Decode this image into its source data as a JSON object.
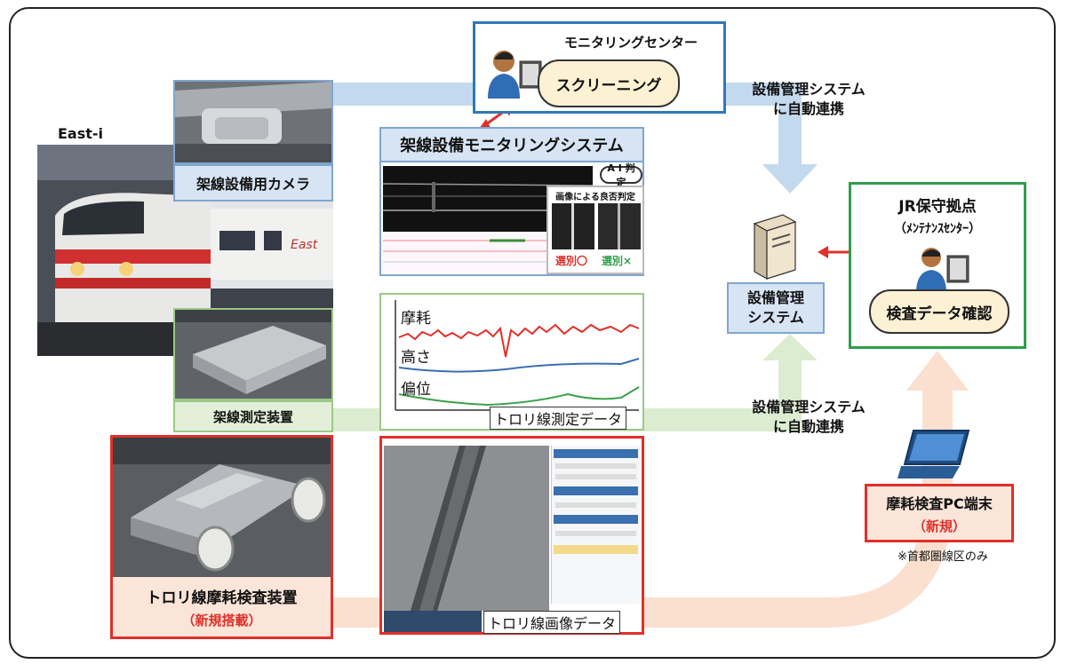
{
  "train": {
    "name": "East-i"
  },
  "camera": {
    "label": "架線設備用カメラ"
  },
  "measure_device": {
    "label": "架線測定装置"
  },
  "wear_device": {
    "label": "トロリ線摩耗検査装置",
    "sub": "（新規搭載）"
  },
  "monitoring_center": {
    "title": "モニタリングセンター",
    "action": "スクリーニング"
  },
  "monitoring_system": {
    "title": "架線設備モニタリングシステム",
    "ai_badge": "A I 判 定",
    "judge_label": "画像による良否判定",
    "ok": "選別〇",
    "ng": "選別×"
  },
  "sync_top": {
    "line1": "設備管理システム",
    "line2": "に自動連携"
  },
  "sync_bottom": {
    "line1": "設備管理システム",
    "line2": "に自動連携"
  },
  "server": {
    "line1": "設備管理",
    "line2": "システム"
  },
  "jr_base": {
    "title": "JR保守拠点",
    "sub": "（ﾒﾝﾃﾅﾝｽｾﾝﾀｰ）",
    "action": "検査データ確認"
  },
  "measure_chart": {
    "wear": "摩耗",
    "height": "高さ",
    "offset": "偏位",
    "caption": "トロリ線測定データ"
  },
  "image_panel": {
    "caption": "トロリ線画像データ"
  },
  "pc_terminal": {
    "title": "摩耗検査PC端末",
    "sub": "（新規）",
    "note": "※首都圏線区のみ"
  },
  "colors": {
    "arrow_blue": "#c3d9ee",
    "arrow_green": "#dcecd0",
    "arrow_peach": "#fbe0cf",
    "red": "#e0302a",
    "green_frame": "#2e9e4a",
    "blue_frame": "#2f78b8"
  }
}
